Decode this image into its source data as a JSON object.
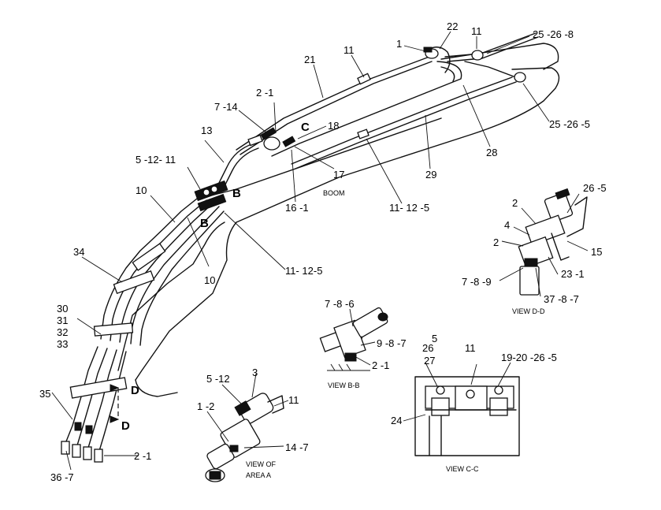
{
  "callouts": {
    "c1": "1",
    "c22": "22",
    "c11top": "11",
    "c25_26_8": "25 -26 -8",
    "c21": "21",
    "c2_1top": "2 -1",
    "c7_14": "7 -14",
    "cC": "C",
    "c18": "18",
    "c25_26_5": "25 -26 -5",
    "c13": "13",
    "c28": "28",
    "c5_12_11": "5 -12- 11",
    "c17": "17",
    "cBoom": "BOOM",
    "c29": "29",
    "cB1": "B",
    "cB2": "B",
    "c16_1": "16 -1",
    "c11_12_5a": "11- 12 -5",
    "c10a": "10",
    "c10b": "10",
    "c34": "34",
    "c11_12_5b": "11- 12-5",
    "c30": "30",
    "c31": "31",
    "c32": "32",
    "c33": "33",
    "c35": "35",
    "cD1": "D",
    "cD2": "D",
    "c2_1bot": "2 -1",
    "c36_7": "36 -7",
    "c5_12": "5 -12",
    "c3": "3",
    "c11mid": "11",
    "c1_2": "1 -2",
    "c14_7": "14 -7",
    "cViewA1": "VIEW  OF",
    "cViewA2": "AREA  A",
    "c7_8_6": "7 -8 -6",
    "c9_8_7": "9 -8 -7",
    "c2_1bb": "2 -1",
    "cViewBB": "VIEW  B-B",
    "c26_5dd": "26 -5",
    "c2dd1": "2",
    "c4dd": "4",
    "c2dd2": "2",
    "c15dd": "15",
    "c23_1": "23 -1",
    "c7_8_9": "7 -8 -9",
    "c37_8_7": "37 -8 -7",
    "cViewDD": "VIEW  D-D",
    "c5cc": "5",
    "c26cc": "26",
    "c27cc": "27",
    "c11cc": "11",
    "c19_20_26_5": "19-20 -26 -5",
    "c24cc": "24",
    "cViewCC": "VIEW  C-C"
  }
}
